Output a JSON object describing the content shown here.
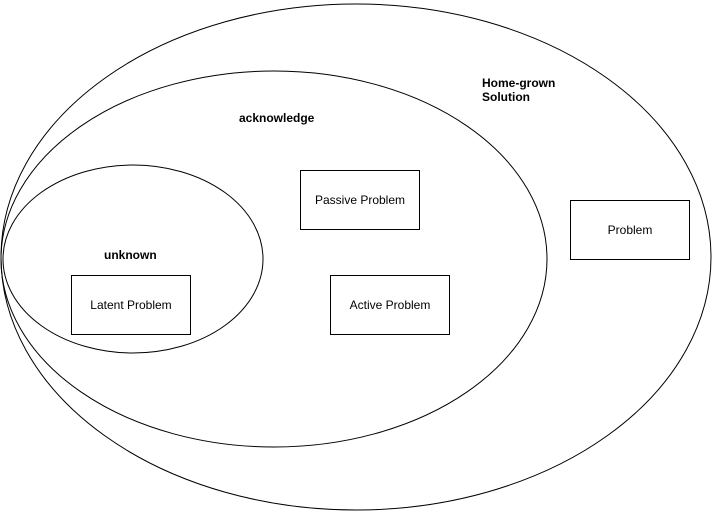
{
  "regions": {
    "home_grown": "Home-grown Solution",
    "acknowledge": "acknowledge",
    "unknown": "unknown"
  },
  "boxes": {
    "passive": "Passive Problem",
    "active": "Active Problem",
    "latent": "Latent Problem",
    "problem": "Problem"
  },
  "colors": {
    "stroke": "#000000",
    "background": "#ffffff"
  }
}
